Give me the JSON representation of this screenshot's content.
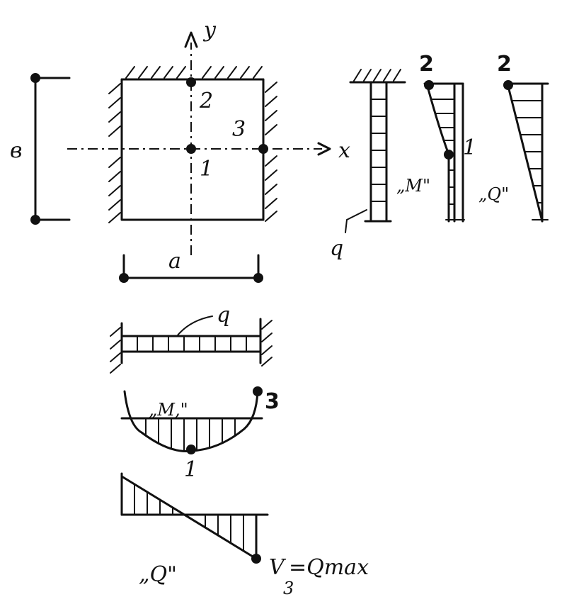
{
  "plate": {
    "axis_y": "y",
    "axis_x": "x",
    "dim_height": "в",
    "dim_width": "a",
    "point_1": "1",
    "point_2": "2",
    "point_3": "3"
  },
  "strip_vertical": {
    "load": "q",
    "moment": "„M\"",
    "shear": "„Q\"",
    "point_2a": "2",
    "point_2b": "2",
    "point_1": "1"
  },
  "strip_horizontal": {
    "load": "q",
    "moment": "„M,\"",
    "point_3": "3",
    "point_1": "1",
    "shear": "„Q\"",
    "reaction_v": "V",
    "reaction_sub": "3",
    "reaction_eq": "=Qmax"
  }
}
